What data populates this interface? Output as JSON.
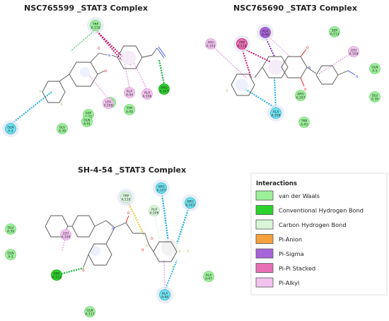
{
  "colors": {
    "van_der_waals": "#9cf09a",
    "conventional_hbond": "#2bd22b",
    "carbon_hbond": "#d8f5d8",
    "pi_anion": "#f5a03c",
    "pi_sigma": "#a764d8",
    "pi_pi_stacked": "#e86fb5",
    "pi_alkyl": "#f3c3ee",
    "hbond_line": "#22b14c",
    "pi_pi_line": "#c8156f",
    "pi_sigma_line": "#7a2fbf",
    "pi_alkyl_line": "#e7a8e2",
    "charge_line": "#1eaee0",
    "cation_residue": "#6fe0ee"
  },
  "panels": {
    "p1": {
      "title": "NSC765599 _STAT3 Complex"
    },
    "p2": {
      "title": "NSC765690 _STAT3 Complex"
    },
    "p3": {
      "title": "SH-4-54 _STAT3 Complex"
    }
  },
  "legend": {
    "title": "Interactions",
    "items": [
      {
        "label": "van der Waals",
        "color_key": "van_der_waals"
      },
      {
        "label": "Conventional Hydrogen Bond",
        "color_key": "conventional_hbond"
      },
      {
        "label": "Carbon Hydrogen Bond",
        "color_key": "carbon_hbond"
      },
      {
        "label": "Pi-Anion",
        "color_key": "pi_anion"
      },
      {
        "label": "Pi-Sigma",
        "color_key": "pi_sigma"
      },
      {
        "label": "Pi-Pi Stacked",
        "color_key": "pi_pi_stacked"
      },
      {
        "label": "Pi-Alkyl",
        "color_key": "pi_alkyl"
      }
    ]
  },
  "residues": [
    {
      "name": "TRP",
      "num": "A:110",
      "kind": "vdw",
      "ring": true
    },
    {
      "name": "ARG",
      "num": "A:107",
      "kind": "hbond",
      "ring": false
    },
    {
      "name": "ALA",
      "num": "A:44",
      "kind": "alkyl",
      "ring": false
    },
    {
      "name": "ALA",
      "num": "A:106",
      "kind": "alkyl",
      "ring": false
    },
    {
      "name": "TRP",
      "num": "A:43",
      "kind": "vdw",
      "ring": false
    },
    {
      "name": "ASP",
      "num": "A:42",
      "kind": "vdw",
      "ring": false
    },
    {
      "name": "LEU",
      "num": "A:109",
      "kind": "alkyl",
      "ring": false
    },
    {
      "name": "TYR",
      "num": "A:45",
      "kind": "vdw",
      "ring": false
    },
    {
      "name": "GLU",
      "num": "A:39",
      "kind": "vdw",
      "ring": false
    },
    {
      "name": "GLN",
      "num": "A:41",
      "kind": "vdw",
      "ring": false
    },
    {
      "name": "GLN",
      "num": "A:3",
      "kind": "cation",
      "ring": true
    },
    {
      "name": "SER",
      "num": "A:113",
      "kind": "vdw",
      "ring": false
    },
    {
      "name": "ALA",
      "num": "A:44",
      "kind": "sigma",
      "ring": true
    },
    {
      "name": "ARG",
      "num": "A:103",
      "kind": "alkyl",
      "ring": false
    },
    {
      "name": "TRP",
      "num": "A:110",
      "kind": "pipi",
      "ring": true
    },
    {
      "name": "LEU",
      "num": "A:109",
      "kind": "alkyl",
      "ring": false
    },
    {
      "name": "GLN",
      "num": "A:3",
      "kind": "vdw",
      "ring": false
    },
    {
      "name": "GLU",
      "num": "A:39",
      "kind": "vdw",
      "ring": false
    },
    {
      "name": "ALA",
      "num": "A:106",
      "kind": "cation",
      "ring": true
    },
    {
      "name": "ARG",
      "num": "A:107",
      "kind": "vdw",
      "ring": false
    },
    {
      "name": "TRP",
      "num": "A:43",
      "kind": "vdw",
      "ring": false
    },
    {
      "name": "TRP",
      "num": "A:110",
      "kind": "carbon",
      "ring": true
    },
    {
      "name": "ARG",
      "num": "A:107",
      "kind": "cation",
      "ring": true
    },
    {
      "name": "ALA",
      "num": "A:106",
      "kind": "carbon",
      "ring": false
    },
    {
      "name": "ARG",
      "num": "A:103",
      "kind": "cation",
      "ring": true
    },
    {
      "name": "GLU",
      "num": "A:39",
      "kind": "vdw",
      "ring": false
    },
    {
      "name": "GLN",
      "num": "A:3",
      "kind": "vdw",
      "ring": false
    },
    {
      "name": "LEU",
      "num": "A:109",
      "kind": "alkyl",
      "ring": false
    },
    {
      "name": "SER",
      "num": "A:113",
      "kind": "hbond",
      "ring": false
    },
    {
      "name": "ALA",
      "num": "A:44",
      "kind": "cation",
      "ring": true
    },
    {
      "name": "ALA",
      "num": "A:47",
      "kind": "vdw",
      "ring": false
    },
    {
      "name": "GLN",
      "num": "A:117",
      "kind": "vdw",
      "ring": false
    }
  ]
}
